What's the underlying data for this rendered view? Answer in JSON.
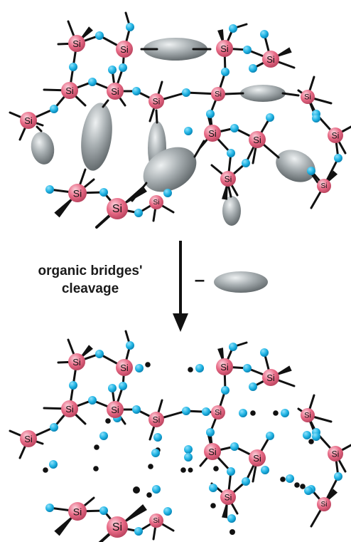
{
  "caption": {
    "line1": "organic bridges'",
    "line2": "cleavage",
    "minus": "–"
  },
  "atom_label": "Si",
  "colors": {
    "silicon": "#e86a86",
    "oxygen": "#20b4e4",
    "bridge": "#8e9598",
    "bond": "#111111",
    "cleaved_end": "#111111"
  }
}
